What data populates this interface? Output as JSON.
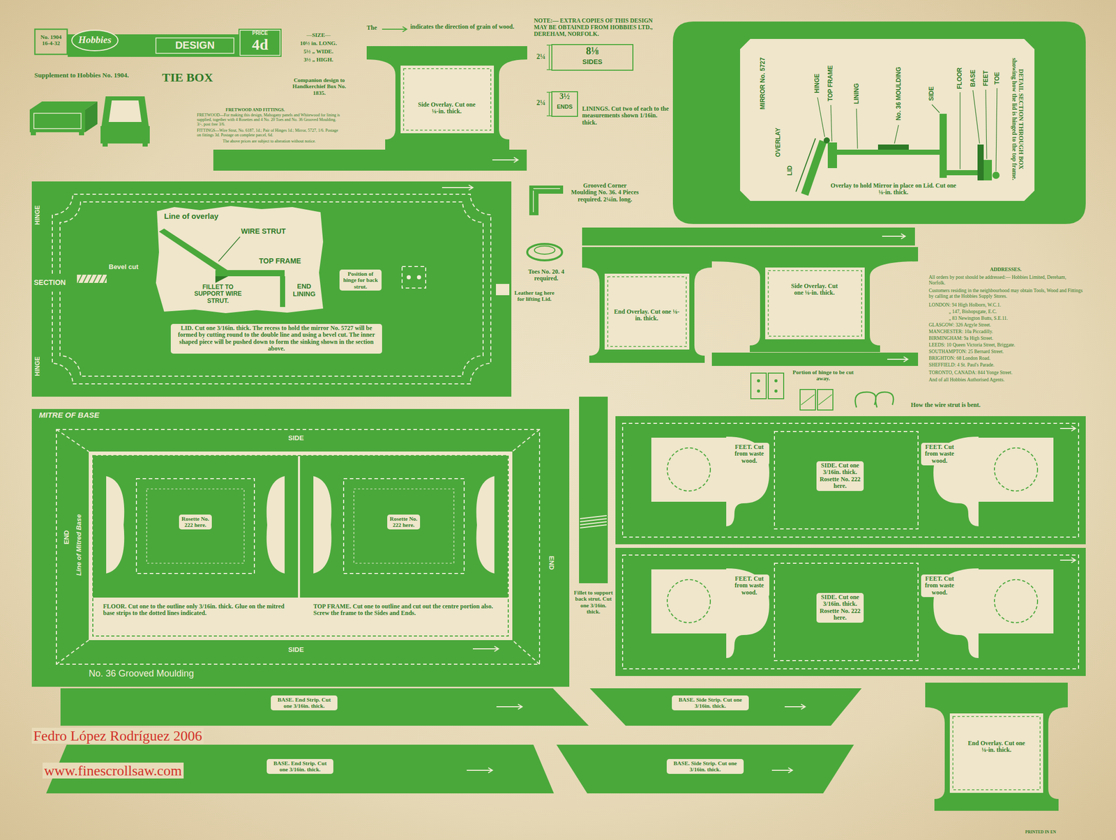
{
  "diagram": {
    "title": "TIE BOX",
    "nodes": [
      {
        "text": [
          "No. 1904 16-4-32"
        ]
      },
      {
        "text": [
          "Hobbies"
        ]
      },
      {
        "text": [
          "DESIGN"
        ]
      },
      {
        "text": [
          "PRICE",
          "4d"
        ]
      },
      {
        "text": [
          "Side Overlay. Cut one ⅛-in. thick."
        ]
      },
      {
        "text": [
          "8⅛",
          "SIDES"
        ]
      },
      {
        "text": [
          "3½",
          "ENDS"
        ]
      },
      {
        "text": [
          "MIRROR No. 5727",
          "OVERLAY",
          "LID",
          "HINGE",
          "TOP FRAME",
          "LINING",
          "No. 36 MOULDING",
          "SIDE",
          "FLOOR",
          "BASE",
          "FEET",
          "TOE",
          "DETAIL SECTION THROUGH BOX showing how the lid is hinged to the top frame.",
          "Overlay to hold Mirror in place on Lid. Cut one ⅛-in. thick."
        ]
      },
      {
        "text": [
          "HINGE",
          "SECTION",
          "Bevel cut",
          "Position of hinge for back strut.",
          "LID. Cut one 3/16in. thick. The recess to hold the mirror No. 5727 will be formed by cutting round to the double line and using a bevel cut. The inner shaped piece will be pushed down to form the sinking shown in the section above.",
          "HINGE"
        ]
      },
      {
        "text": [
          "Line of overlay",
          "WIRE STRUT",
          "TOP FRAME",
          "FILLET TO SUPPORT WIRE STRUT.",
          "END LINING"
        ],
        "in": 8
      },
      {
        "text": [
          "End Overlay. Cut one ⅛-in. thick."
        ]
      },
      {
        "text": [
          "Side Overlay. Cut one ⅛-in. thick."
        ]
      },
      {
        "text": [
          "MITRE OF BASE",
          "SIDE",
          "END",
          "Line of Mitred Base",
          "FLOOR. Cut one to the outline only 3/16in. thick. Glue on the mitred base strips to the dotted lines indicated.",
          "TOP FRAME. Cut one to outline and cut out the centre portion also. Screw the frame to the Sides and Ends.",
          "END",
          "SIDE",
          "No. 36 Grooved Moulding"
        ]
      },
      {
        "text": [
          "Rosette No. 222 here."
        ],
        "in": 12
      },
      {
        "text": [
          "Rosette No. 222 here."
        ],
        "in": 12
      },
      {
        "text": [
          "Fillet to support back strut. Cut one 3/16in. thick."
        ]
      },
      {
        "text": [
          "FEET. Cut from waste wood.",
          "SIDE. Cut one 3/16in. thick. Rosette No. 222 here.",
          "FEET. Cut from waste wood."
        ]
      },
      {
        "text": [
          "FEET. Cut from waste wood.",
          "SIDE. Cut one 3/16in. thick. Rosette No. 222 here.",
          "FEET. Cut from waste wood."
        ]
      },
      {
        "text": [
          "BASE. End Strip. Cut one 3/16in. thick."
        ]
      },
      {
        "text": [
          "BASE. Side Strip. Cut one 3/16in. thick."
        ]
      },
      {
        "text": [
          "BASE. End Strip. Cut one 3/16in. thick."
        ]
      },
      {
        "text": [
          "BASE. Side Strip. Cut one 3/16in. thick."
        ]
      },
      {
        "text": [
          "End Overlay. Cut one ⅛-in. thick."
        ]
      }
    ],
    "labels": [
      "Supplement to Hobbies No. 1904.",
      "—SIZE—",
      "10½ in. LONG.",
      "5½ „ WIDE.",
      "3½ „ HIGH.",
      "Companion design to Handkerchief Box No. 1835.",
      "FRETWOOD AND FITTINGS.",
      "FRETWOOD—For making this design, Mahogany panels and Whitewood for lining is supplied, together with 4 Rosettes and 4 No. 20 Toes and No. 36 Grooved Moulding. 3/-, post free 3/6.",
      "FITTINGS—Wire Strut, No. 6187, 1d.; Pair of Hinges 1d.; Mirror, 5727, 1/6. Postage on fittings 3d. Postage on complete parcel, 6d.",
      "The above prices are subject to alteration without notice.",
      "The",
      "indicates the direction of grain of wood.",
      "NOTE:— EXTRA COPIES OF THIS DESIGN MAY BE OBTAINED FROM HOBBIES LTD., DEREHAM, NORFOLK.",
      "2¼",
      "2¼",
      "LININGS. Cut two of each to the measurements shown 1/16in. thick.",
      "Grooved Corner Moulding No. 36. 4 Pieces required. 2¼in. long.",
      "Toes No. 20. 4 required.",
      "Leather tag here for lifting Lid.",
      "Portion of hinge to be cut away.",
      "How the wire strut is bent.",
      "ADDRESSES.",
      "All orders by post should be addressed:— Hobbies Limited, Dereham, Norfolk.",
      "Customers residing in the neighbourhood may obtain Tools, Wood and Fittings by calling at the Hobbies Supply Stores.",
      "LONDON: 94 High Holborn, W.C.1.",
      "„ 147, Bishopsgate, E.C.",
      "„ 83 Newington Butts, S.E.11.",
      "GLASGOW: 326 Argyle Street.",
      "MANCHESTER: 10a Piccadilly.",
      "BIRMINGHAM: 9a High Street.",
      "LEEDS: 10 Queen Victoria Street, Briggate.",
      "SOUTHAMPTON: 25 Bernard Street.",
      "BRIGHTON: 68 London Road.",
      "SHEFFIELD: 4 St. Paul's Parade.",
      "TORONTO, CANADA: 844 Yonge Street.",
      "And of all Hobbies Authorised Agents.",
      "Fedro López Rodríguez 2006",
      "www.finescrollsaw.com",
      "PRINTED IN EN"
    ]
  }
}
